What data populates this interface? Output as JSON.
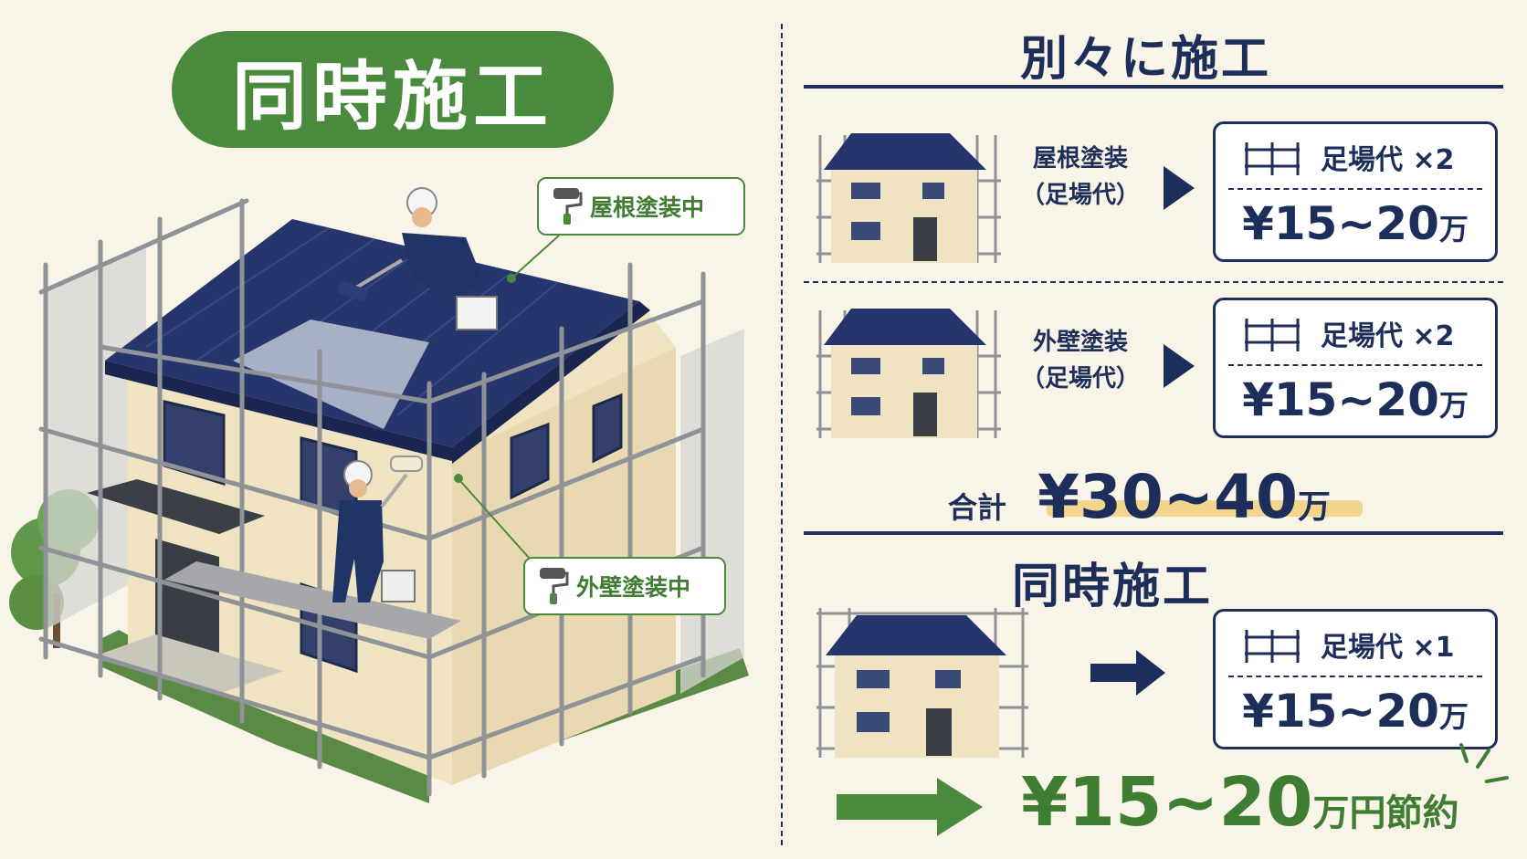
{
  "left": {
    "badge": "同時施工",
    "label_roof": "屋根塗装中",
    "label_wall": "外壁塗装中"
  },
  "right": {
    "title_separate": "別々に施工",
    "rows": [
      {
        "work": "屋根塗装",
        "sub": "（足場代）",
        "qty": "足場代 ×2",
        "price": "¥15~20",
        "unit": "万"
      },
      {
        "work": "外壁塗装",
        "sub": "（足場代）",
        "qty": "足場代 ×2",
        "price": "¥15~20",
        "unit": "万"
      }
    ],
    "total_label": "合計",
    "total_value": "¥30~40",
    "total_unit": "万",
    "title_simul": "同時施工",
    "simul": {
      "qty": "足場代 ×1",
      "price": "¥15~20",
      "unit": "万"
    },
    "saving_amount": "¥15~20",
    "saving_unit": "万円節約"
  },
  "colors": {
    "navy": "#1e2e5a",
    "green": "#4a8a3c",
    "cream": "#f8f4e8",
    "highlight": "#f3d68e"
  },
  "icons": [
    "paint-roller-icon",
    "scaffold-icon",
    "arrow-right-icon",
    "play-triangle-icon"
  ]
}
